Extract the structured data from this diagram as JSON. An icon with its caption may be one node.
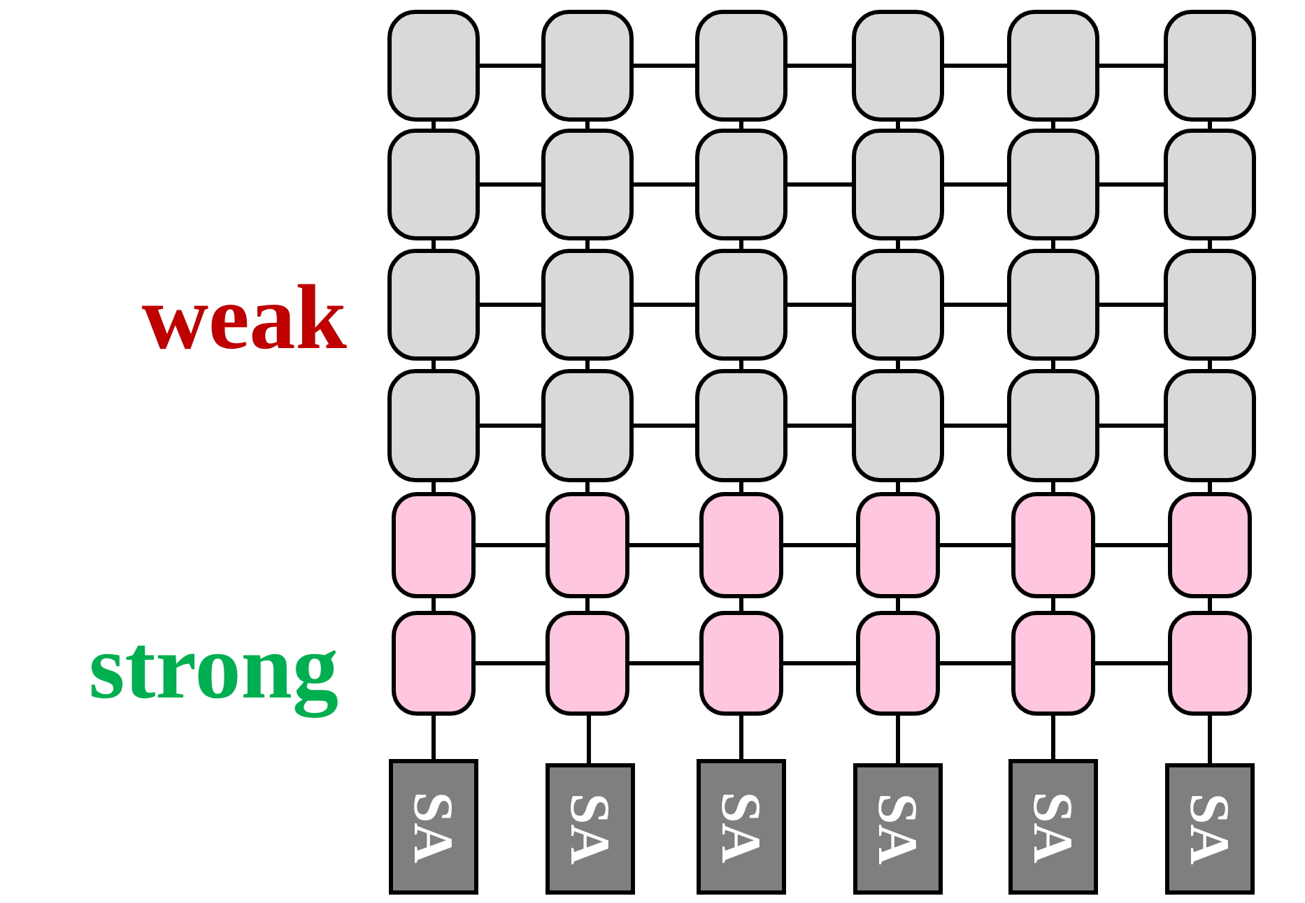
{
  "diagram": {
    "nodes": [
      {
        "text": [],
        "shape": "box"
      },
      {
        "text": [],
        "shape": "box"
      },
      {
        "text": [],
        "shape": "box"
      },
      {
        "text": [],
        "shape": "box"
      },
      {
        "text": [],
        "shape": "box"
      },
      {
        "text": [],
        "shape": "box"
      },
      {
        "text": [],
        "shape": "box"
      },
      {
        "text": [],
        "shape": "box"
      },
      {
        "text": [],
        "shape": "box"
      },
      {
        "text": [],
        "shape": "box"
      },
      {
        "text": [],
        "shape": "box"
      },
      {
        "text": [],
        "shape": "box"
      },
      {
        "text": [],
        "shape": "box"
      },
      {
        "text": [],
        "shape": "box"
      },
      {
        "text": [],
        "shape": "box"
      },
      {
        "text": [],
        "shape": "box"
      },
      {
        "text": [],
        "shape": "box"
      },
      {
        "text": [],
        "shape": "box"
      },
      {
        "text": [],
        "shape": "box"
      },
      {
        "text": [],
        "shape": "box"
      },
      {
        "text": [],
        "shape": "box"
      },
      {
        "text": [],
        "shape": "box"
      },
      {
        "text": [],
        "shape": "box"
      },
      {
        "text": [],
        "shape": "box"
      },
      {
        "text": [],
        "shape": "box"
      },
      {
        "text": [],
        "shape": "box"
      },
      {
        "text": [],
        "shape": "box"
      },
      {
        "text": [],
        "shape": "box"
      },
      {
        "text": [],
        "shape": "box"
      },
      {
        "text": [],
        "shape": "box"
      },
      {
        "text": [],
        "shape": "box"
      },
      {
        "text": [],
        "shape": "box"
      },
      {
        "text": [],
        "shape": "box"
      },
      {
        "text": [],
        "shape": "box"
      },
      {
        "text": [],
        "shape": "box"
      },
      {
        "text": [],
        "shape": "box"
      },
      {
        "text": [
          "SA"
        ]
      },
      {
        "text": [
          "SA"
        ]
      },
      {
        "text": [
          "SA"
        ]
      },
      {
        "text": [
          "SA"
        ]
      },
      {
        "text": [
          "SA"
        ]
      },
      {
        "text": [
          "SA"
        ]
      }
    ],
    "edges": [
      {
        "from": 0,
        "to": 1,
        "arrow": "none"
      },
      {
        "from": 1,
        "to": 2,
        "arrow": "none"
      },
      {
        "from": 2,
        "to": 3,
        "arrow": "none"
      },
      {
        "from": 3,
        "to": 4,
        "arrow": "none"
      },
      {
        "from": 4,
        "to": 5,
        "arrow": "none"
      },
      {
        "from": 6,
        "to": 7,
        "arrow": "none"
      },
      {
        "from": 7,
        "to": 8,
        "arrow": "none"
      },
      {
        "from": 8,
        "to": 9,
        "arrow": "none"
      },
      {
        "from": 9,
        "to": 10,
        "arrow": "none"
      },
      {
        "from": 10,
        "to": 11,
        "arrow": "none"
      },
      {
        "from": 12,
        "to": 13,
        "arrow": "none"
      },
      {
        "from": 13,
        "to": 14,
        "arrow": "none"
      },
      {
        "from": 14,
        "to": 15,
        "arrow": "none"
      },
      {
        "from": 15,
        "to": 16,
        "arrow": "none"
      },
      {
        "from": 16,
        "to": 17,
        "arrow": "none"
      },
      {
        "from": 18,
        "to": 19,
        "arrow": "none"
      },
      {
        "from": 19,
        "to": 20,
        "arrow": "none"
      },
      {
        "from": 20,
        "to": 21,
        "arrow": "none"
      },
      {
        "from": 21,
        "to": 22,
        "arrow": "none"
      },
      {
        "from": 22,
        "to": 23,
        "arrow": "none"
      },
      {
        "from": 24,
        "to": 25,
        "arrow": "none"
      },
      {
        "from": 25,
        "to": 26,
        "arrow": "none"
      },
      {
        "from": 26,
        "to": 27,
        "arrow": "none"
      },
      {
        "from": 27,
        "to": 28,
        "arrow": "none"
      },
      {
        "from": 28,
        "to": 29,
        "arrow": "none"
      },
      {
        "from": 30,
        "to": 31,
        "arrow": "none"
      },
      {
        "from": 31,
        "to": 32,
        "arrow": "none"
      },
      {
        "from": 32,
        "to": 33,
        "arrow": "none"
      },
      {
        "from": 33,
        "to": 34,
        "arrow": "none"
      },
      {
        "from": 34,
        "to": 35,
        "arrow": "none"
      },
      {
        "from": 0,
        "to": 6,
        "arrow": "none"
      },
      {
        "from": 1,
        "to": 7,
        "arrow": "none"
      },
      {
        "from": 2,
        "to": 8,
        "arrow": "none"
      },
      {
        "from": 3,
        "to": 9,
        "arrow": "none"
      },
      {
        "from": 4,
        "to": 10,
        "arrow": "none"
      },
      {
        "from": 5,
        "to": 11,
        "arrow": "none"
      },
      {
        "from": 6,
        "to": 12,
        "arrow": "none"
      },
      {
        "from": 7,
        "to": 13,
        "arrow": "none"
      },
      {
        "from": 8,
        "to": 14,
        "arrow": "none"
      },
      {
        "from": 9,
        "to": 15,
        "arrow": "none"
      },
      {
        "from": 10,
        "to": 16,
        "arrow": "none"
      },
      {
        "from": 11,
        "to": 17,
        "arrow": "none"
      },
      {
        "from": 12,
        "to": 18,
        "arrow": "none"
      },
      {
        "from": 13,
        "to": 19,
        "arrow": "none"
      },
      {
        "from": 14,
        "to": 20,
        "arrow": "none"
      },
      {
        "from": 15,
        "to": 21,
        "arrow": "none"
      },
      {
        "from": 16,
        "to": 22,
        "arrow": "none"
      },
      {
        "from": 17,
        "to": 23,
        "arrow": "none"
      },
      {
        "from": 18,
        "to": 24,
        "arrow": "none"
      },
      {
        "from": 19,
        "to": 25,
        "arrow": "none"
      },
      {
        "from": 20,
        "to": 26,
        "arrow": "none"
      },
      {
        "from": 21,
        "to": 27,
        "arrow": "none"
      },
      {
        "from": 22,
        "to": 28,
        "arrow": "none"
      },
      {
        "from": 23,
        "to": 29,
        "arrow": "none"
      },
      {
        "from": 24,
        "to": 30,
        "arrow": "none"
      },
      {
        "from": 25,
        "to": 31,
        "arrow": "none"
      },
      {
        "from": 26,
        "to": 32,
        "arrow": "none"
      },
      {
        "from": 27,
        "to": 33,
        "arrow": "none"
      },
      {
        "from": 28,
        "to": 34,
        "arrow": "none"
      },
      {
        "from": 29,
        "to": 35,
        "arrow": "none"
      },
      {
        "from": 30,
        "to": 36,
        "arrow": "none"
      },
      {
        "from": 31,
        "to": 37,
        "arrow": "none"
      },
      {
        "from": 32,
        "to": 38,
        "arrow": "none"
      },
      {
        "from": 33,
        "to": 39,
        "arrow": "none"
      },
      {
        "from": 34,
        "to": 40,
        "arrow": "none"
      },
      {
        "from": 35,
        "to": 41,
        "arrow": "none"
      }
    ],
    "labels": [
      "weak",
      "strong"
    ]
  }
}
